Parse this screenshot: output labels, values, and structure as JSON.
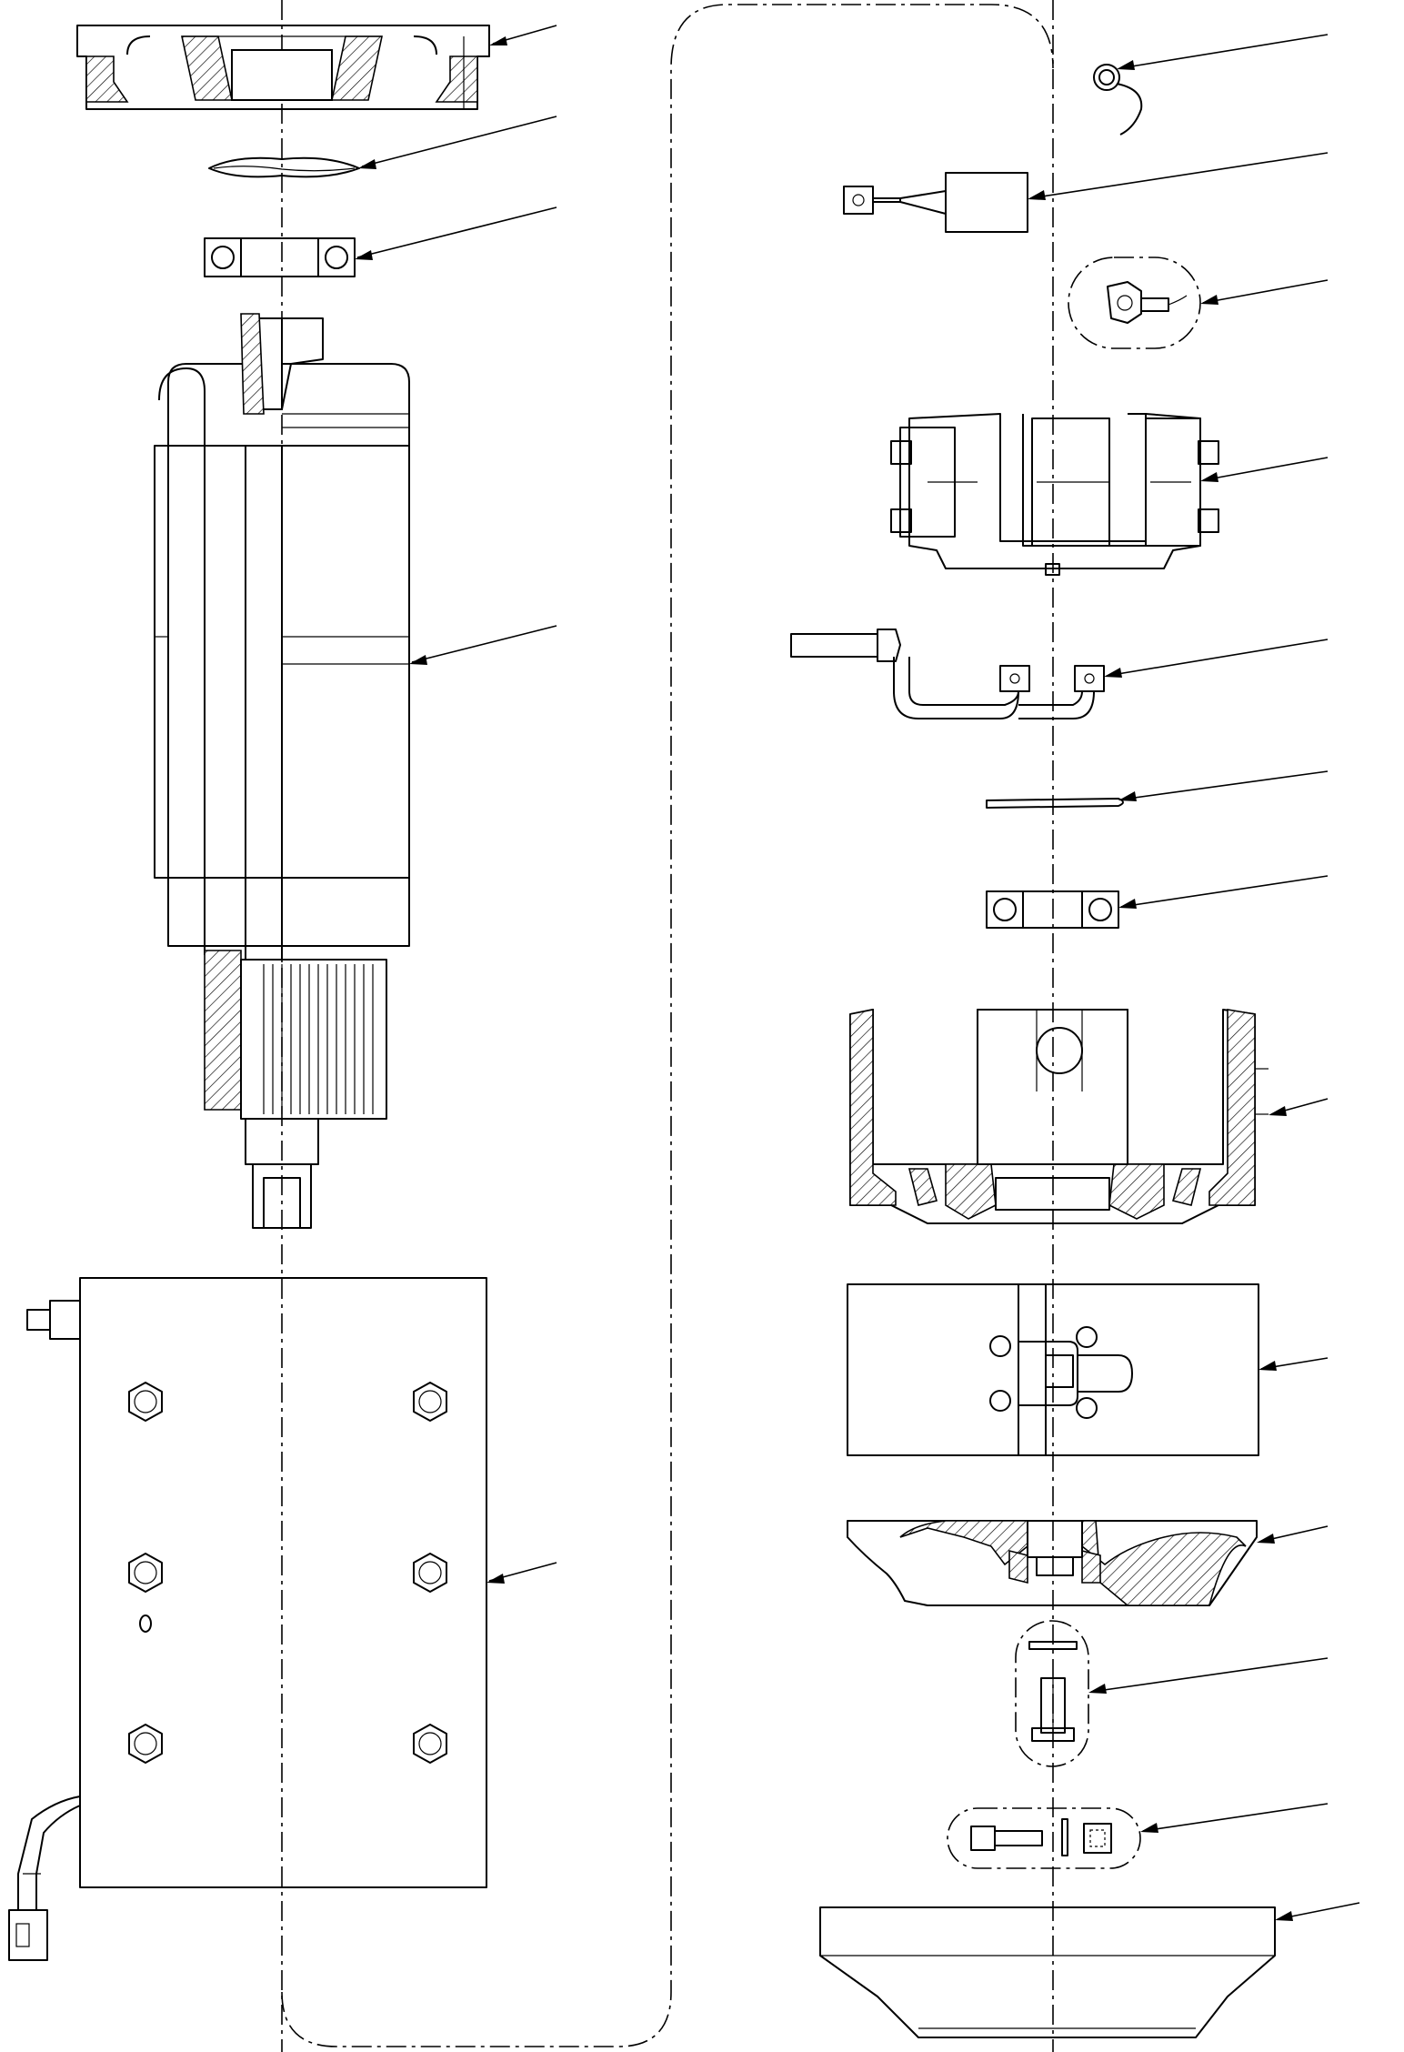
{
  "drawing": {
    "type": "exploded-parts-diagram",
    "callout_labels_visible": false,
    "line_color": "#000000",
    "background": "#ffffff",
    "left_column_parts": [
      {
        "name": "end-cap",
        "hatched": true
      },
      {
        "name": "wave-washer"
      },
      {
        "name": "upper-bearing"
      },
      {
        "name": "motor-armature-assembly"
      },
      {
        "name": "base-plate-assembly"
      }
    ],
    "right_column_parts": [
      {
        "name": "brush-spring"
      },
      {
        "name": "carbon-brush"
      },
      {
        "name": "terminal-detail"
      },
      {
        "name": "brush-holder"
      },
      {
        "name": "lead-wire"
      },
      {
        "name": "shim-washer"
      },
      {
        "name": "lower-bearing"
      },
      {
        "name": "motor-housing",
        "hatched": true
      },
      {
        "name": "cover-plate"
      },
      {
        "name": "fan-hub",
        "hatched": true
      },
      {
        "name": "screw-detail"
      },
      {
        "name": "bolt-nut-detail"
      },
      {
        "name": "base-cover"
      }
    ]
  }
}
